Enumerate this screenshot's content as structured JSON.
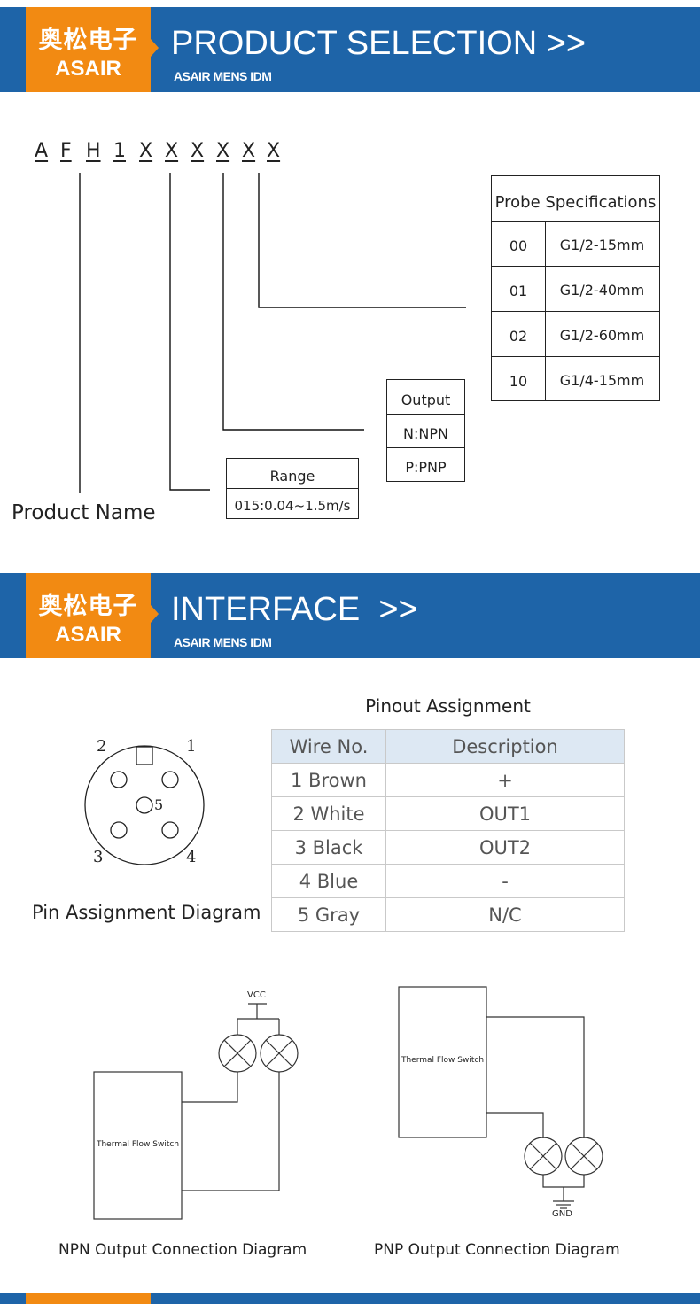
{
  "brand": {
    "cn": "奥松电子",
    "en": "ASAIR"
  },
  "colors": {
    "banner": "#1e64a8",
    "brand": "#f28a12",
    "table_header": "#dde8f3"
  },
  "section1": {
    "title": "PRODUCT SELECTION >>",
    "subtitle": "ASAIR MENS IDM"
  },
  "section2": {
    "title": "INTERFACE  >>",
    "subtitle": "ASAIR MENS IDM"
  },
  "product_code": {
    "chars": [
      "A",
      "F",
      "H",
      "1",
      "X",
      "X",
      "X",
      "X",
      "X",
      "X"
    ],
    "product_name_label": "Product Name"
  },
  "range_box": {
    "title": "Range",
    "value": "015:0.04~1.5m/s"
  },
  "output_box": {
    "title": "Output",
    "options": [
      "N:NPN",
      "P:PNP"
    ]
  },
  "probe_box": {
    "title": "Probe Specifications",
    "rows": [
      {
        "code": "00",
        "spec": "G1/2-15mm"
      },
      {
        "code": "01",
        "spec": "G1/2-40mm"
      },
      {
        "code": "02",
        "spec": "G1/2-60mm"
      },
      {
        "code": "10",
        "spec": "G1/4-15mm"
      }
    ]
  },
  "pin_diagram": {
    "caption": "Pin Assignment Diagram",
    "pin_numbers": [
      "1",
      "2",
      "3",
      "4",
      "5"
    ]
  },
  "pinout_table": {
    "title": "Pinout Assignment",
    "headers": [
      "Wire No.",
      "Description"
    ],
    "rows": [
      [
        "1 Brown",
        "+"
      ],
      [
        "2 White",
        "OUT1"
      ],
      [
        "3 Black",
        "OUT2"
      ],
      [
        "4 Blue",
        "-"
      ],
      [
        "5 Gray",
        "N/C"
      ]
    ]
  },
  "npn_diagram": {
    "caption": "NPN Output Connection Diagram",
    "device_label": "Thermal Flow Switch",
    "supply_label": "VCC"
  },
  "pnp_diagram": {
    "caption": "PNP Output Connection Diagram",
    "device_label": "Thermal Flow Switch",
    "ground_label": "GND"
  }
}
